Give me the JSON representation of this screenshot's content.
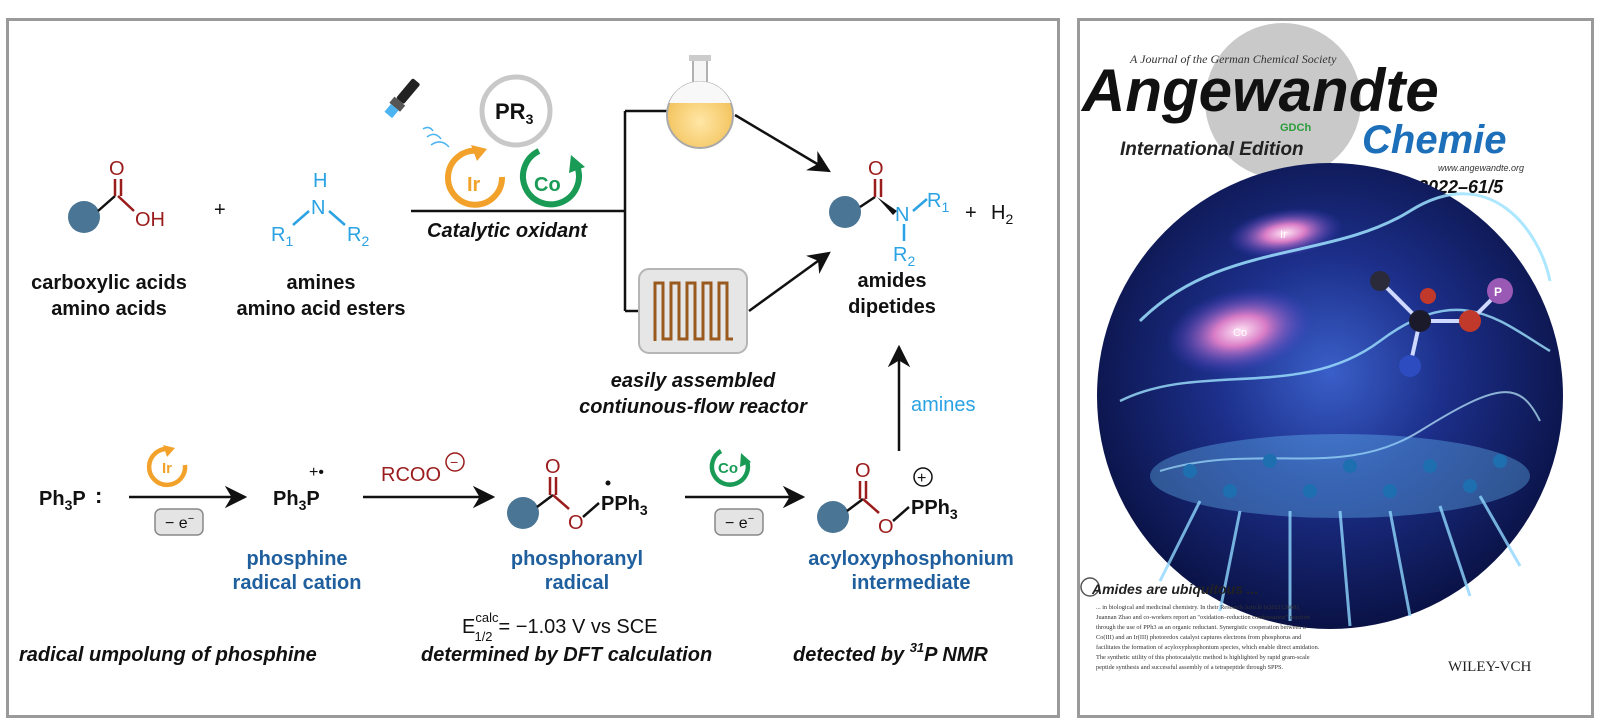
{
  "scheme": {
    "reactant1": {
      "line1": "carboxylic acids",
      "line2": "amino acids",
      "oh": "OH",
      "o": "O"
    },
    "plus1": "+",
    "reactant2": {
      "line1": "amines",
      "line2": "amino acid esters",
      "h": "H",
      "n": "N",
      "r1": "R",
      "r1_sub": "1",
      "r2": "R",
      "r2_sub": "2"
    },
    "catalysts": {
      "pr3": "PR",
      "pr3_sub": "3",
      "ir": "Ir",
      "co": "Co"
    },
    "catalytic_oxidant": "Catalytic oxidant",
    "flow_reactor": {
      "line1": "easily assembled",
      "line2": "contiunous-flow reactor"
    },
    "product": {
      "line1": "amides",
      "line2": "dipetides",
      "plus": "+",
      "h2": "H",
      "h2_sub": "2",
      "o": "O",
      "n": "N",
      "r1": "R",
      "r1_sub": "1",
      "r2": "R",
      "r2_sub": "2"
    },
    "amines_arrow_label": "amines",
    "mechanism": {
      "ph3p": "Ph",
      "ph3p_sub": "3",
      "ph3p_p": "P",
      "ph3p_dots": ":",
      "minus_e": "− e",
      "minus_e_sup": "−",
      "radical_cation_charge": "+•",
      "rcoo": "RCOO",
      "rcoo_charge": "−",
      "pph3": "PPh",
      "pph3_sub": "3",
      "o": "O",
      "plus_charge": "+",
      "label_radical_cation": {
        "line1": "phosphine",
        "line2": "radical cation"
      },
      "label_phosphoranyl": {
        "line1": "phosphoranyl",
        "line2": "radical"
      },
      "label_acyloxy": {
        "line1": "acyloxyphosphonium",
        "line2": "intermediate"
      },
      "e_half": "E",
      "e_half_sup": "calc",
      "e_half_sub": "1/2",
      "e_half_value": "= −1.03 V vs SCE",
      "caption1": "radical umpolung of phosphine",
      "caption2": "determined by DFT calculation",
      "caption3": "detected by ",
      "caption3_sup": "31",
      "caption3_end": "P NMR"
    }
  },
  "cover": {
    "society": "A Journal of the German Chemical Society",
    "title": "Angewandte",
    "gdch": "GDCh",
    "edition": "International Edition",
    "chemie": "Chemie",
    "website": "www.angewandte.org",
    "issue": "2022–61/5",
    "art_label_ir": "Ir",
    "art_label_co": "Co",
    "art_label_p": "P",
    "headline": "Amides are ubiquitous ...",
    "blurb": [
      "... in biological and medicinal chemistry. In their Research Article (e202112668),",
      "Juannan Zhao and co-workers report an \"oxidation–reduction condensation\" reaction",
      "through the use of PPh3 as an organic reductant. Synergistic cooperation between a",
      "Co(III) and an Ir(III) photoredox catalyst captures electrons from phosphorus and",
      "facilitates the formation of acyloxyphosphonium species, which enable direct amidation.",
      "The synthetic utility of this photocatalytic method is highlighted by rapid gram-scale",
      "peptide synthesis and successful assembly of a tetrapeptide through SPPS."
    ],
    "publisher": "WILEY-VCH"
  },
  "colors": {
    "ball": "#4a7594",
    "ir": "#f2a22a",
    "co": "#1a9b55",
    "red": "#9b1c1c",
    "blue_label": "#1f5f9e",
    "amine_blue": "#2aa2e3",
    "coil": "#9a5a1e",
    "cover_blue": "#1c6fb8"
  }
}
